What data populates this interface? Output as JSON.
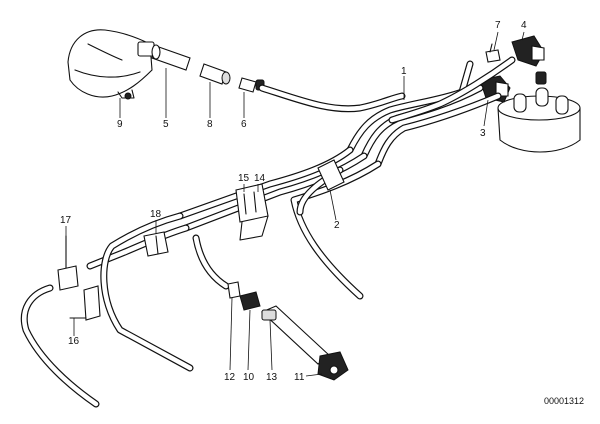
{
  "diagram": {
    "drawing_number": "00001312",
    "part_labels": [
      {
        "id": "p1",
        "text": "1"
      },
      {
        "id": "p2",
        "text": "2"
      },
      {
        "id": "p3",
        "text": "3"
      },
      {
        "id": "p4",
        "text": "4"
      },
      {
        "id": "p5",
        "text": "5"
      },
      {
        "id": "p6",
        "text": "6"
      },
      {
        "id": "p7",
        "text": "7"
      },
      {
        "id": "p8",
        "text": "8"
      },
      {
        "id": "p9",
        "text": "9"
      },
      {
        "id": "p10",
        "text": "10"
      },
      {
        "id": "p11",
        "text": "11"
      },
      {
        "id": "p12",
        "text": "12"
      },
      {
        "id": "p13",
        "text": "13"
      },
      {
        "id": "p14",
        "text": "14"
      },
      {
        "id": "p15",
        "text": "15"
      },
      {
        "id": "p16",
        "text": "16"
      },
      {
        "id": "p17",
        "text": "17"
      },
      {
        "id": "p18",
        "text": "18"
      }
    ]
  }
}
